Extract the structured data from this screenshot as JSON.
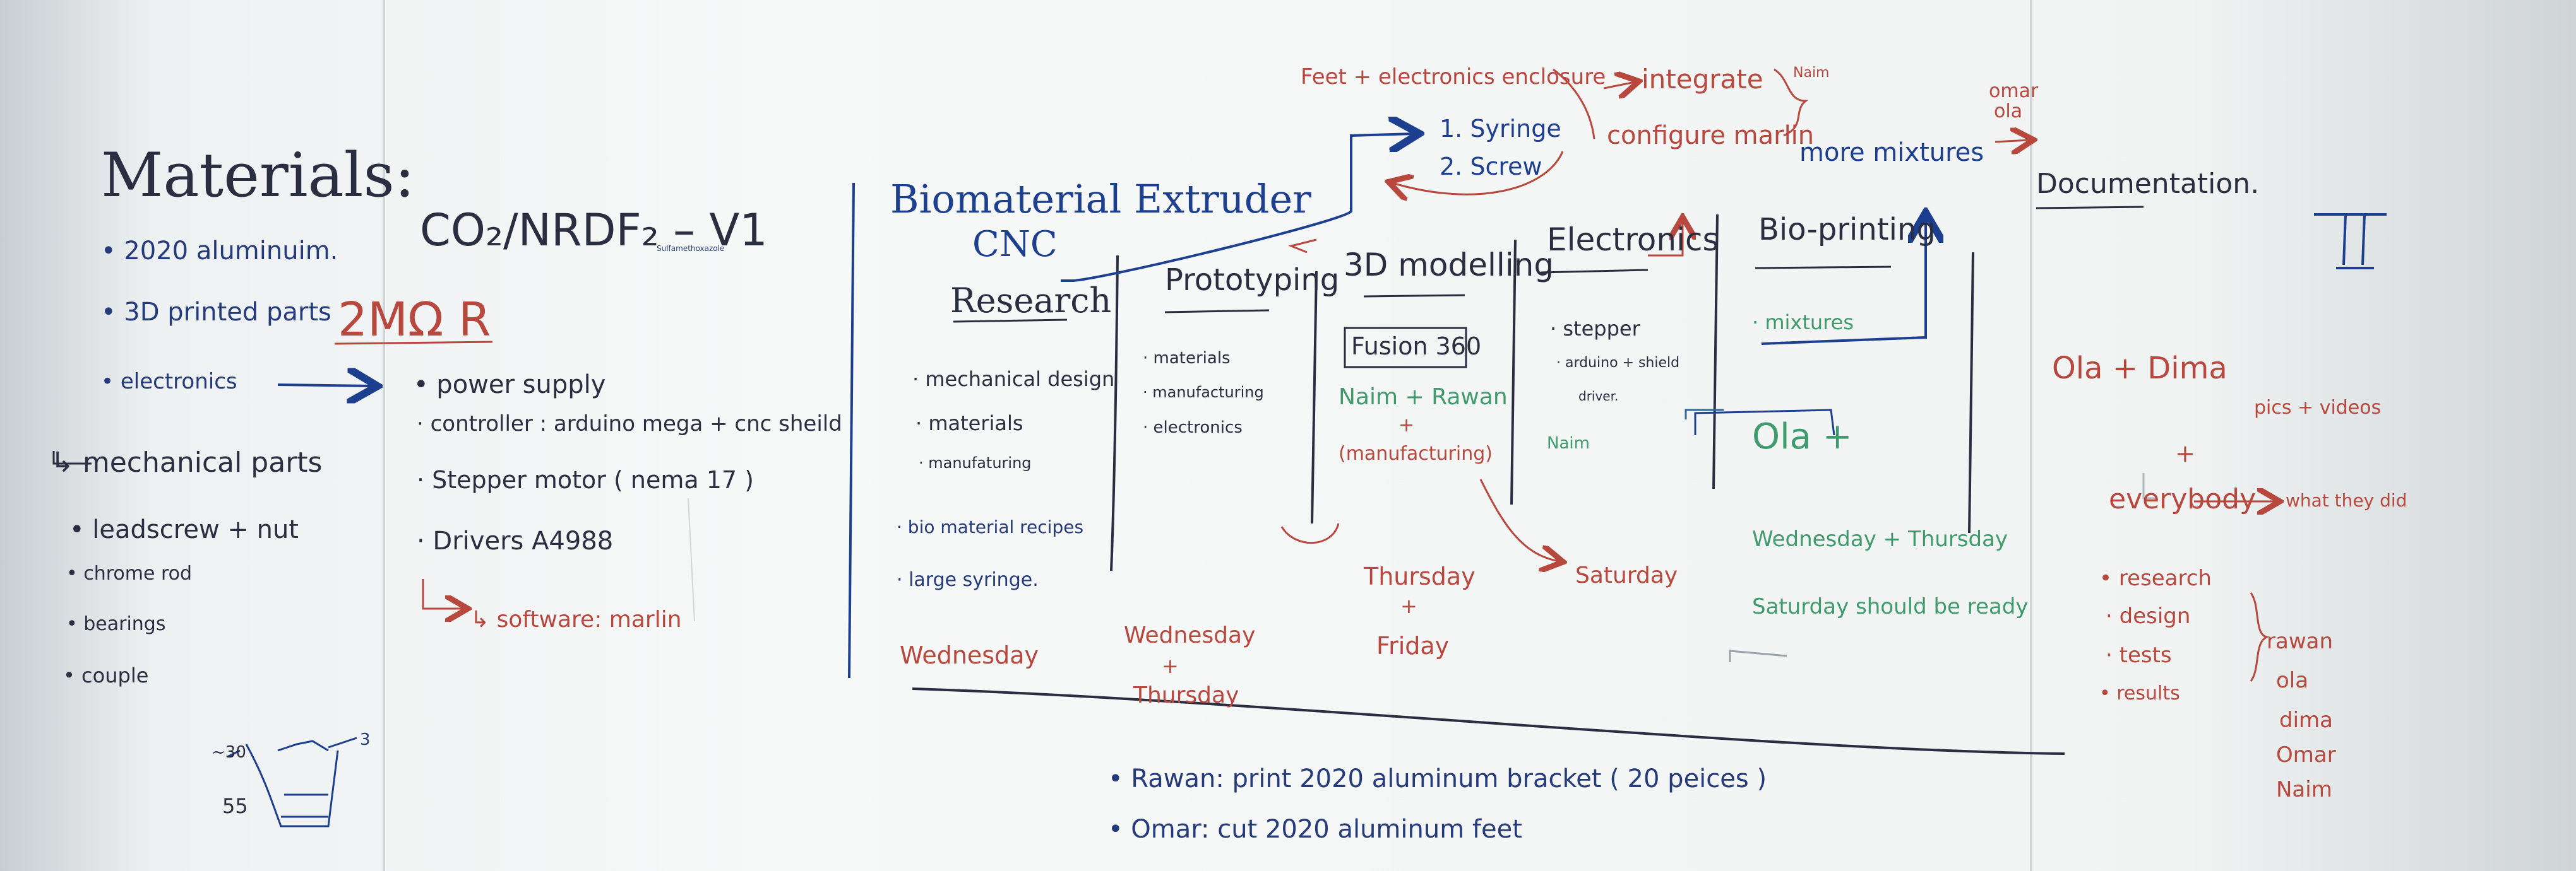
{
  "materials": {
    "title": "Materials:",
    "items": [
      "• 2020 aluminuim.",
      "• 3D printed parts",
      "• electronics"
    ],
    "mech_header": "↳ mechanical parts",
    "mech_items": [
      "• leadscrew + nut",
      "• chrome rod",
      "• bearings",
      "• couple"
    ]
  },
  "formula": {
    "text": "CO₂/NRDF₂ – V1",
    "sub": "Sulfamethoxazole"
  },
  "resistor": {
    "text": "2MΩ R"
  },
  "electronics_list": {
    "items": [
      "• power supply",
      "· controller : arduino mega + cnc sheild",
      "· Stepper motor ( nema 17 )",
      "· Drivers  A4988"
    ],
    "software": "↳ software: marlin"
  },
  "sketch": {
    "labels": [
      "~30",
      "55",
      "3"
    ]
  },
  "title": {
    "line1": "Biomaterial Extruder",
    "line2": "CNC"
  },
  "syringe": {
    "items": [
      "1. Syringe",
      "2. Screw"
    ]
  },
  "top_notes": {
    "enclosure": "Feet + electronics enclosure",
    "integrate": "integrate",
    "configure": "configure marlin",
    "naim": "Naim",
    "more_mixtures": "more mixtures",
    "omar": "omar",
    "ola": "ola"
  },
  "columns": {
    "research": {
      "header": "Research",
      "items": [
        "· mechanical design",
        "· materials",
        "· manufaturing",
        "· bio material recipes",
        "· large syringe."
      ],
      "day": "Wednesday"
    },
    "prototyping": {
      "header": "Prototyping",
      "items": [
        "· materials",
        "· manufacturing",
        "· electronics"
      ],
      "day1": "Wednesday",
      "day2": "+",
      "day3": "Thursday"
    },
    "modelling": {
      "header": "3D modelling",
      "box": "Fusion 360",
      "people": "Naim + Rawan",
      "plus": "+",
      "paren": "(manufacturing)",
      "day1": "Thursday",
      "day2": "+",
      "day3": "Friday"
    },
    "electronics": {
      "header": "Electronics",
      "items": [
        "· stepper",
        "· arduino + shield",
        "driver."
      ],
      "person": "Naim",
      "day": "Saturday"
    },
    "bioprinting": {
      "header": "Bio-printing",
      "items": [
        "· mixtures"
      ],
      "person": "Ola +",
      "day1": "Wednesday + Thursday",
      "day2": "Saturday  should be ready"
    }
  },
  "bottom": {
    "items": [
      "• Rawan:  print  2020 aluminum bracket  ( 20 peices )",
      "• Omar:  cut  2020 aluminum feet"
    ]
  },
  "documentation": {
    "title": "Documentation.",
    "ola_dima": "Ola + Dima",
    "pics": "pics + videos",
    "plus": "+",
    "everybody": "everybody",
    "what": "what they did",
    "items": [
      "• research",
      "· design",
      "· tests",
      "• results"
    ],
    "names": [
      "rawan",
      "ola",
      "dima",
      "Omar",
      "Naim"
    ]
  }
}
